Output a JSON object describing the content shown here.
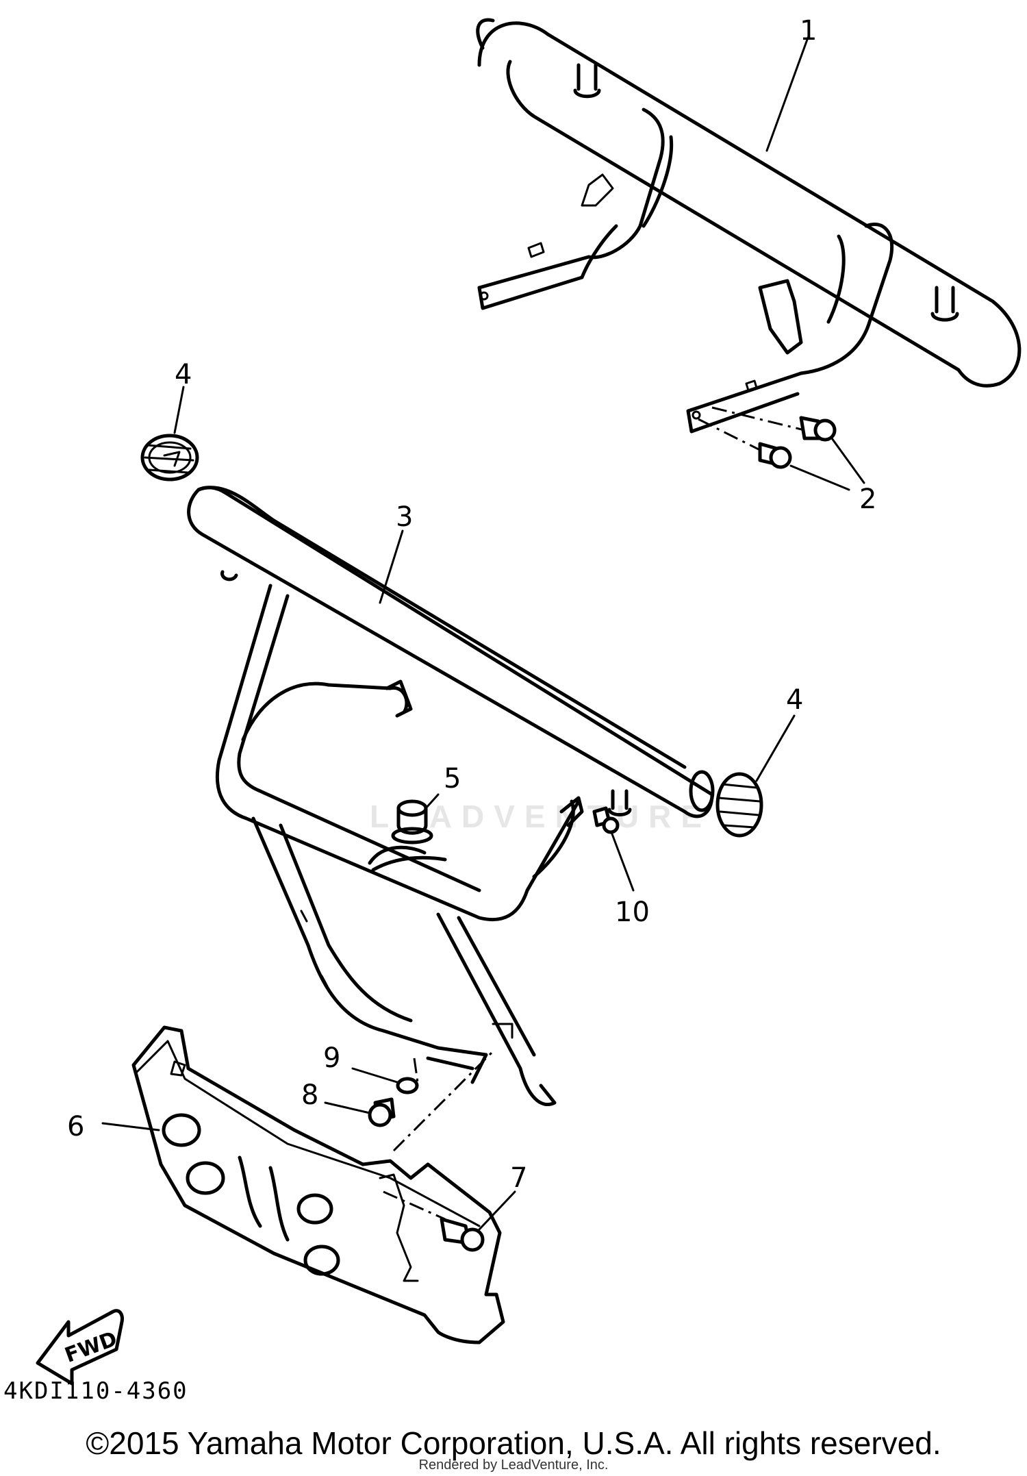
{
  "diagram": {
    "callouts": [
      "1",
      "2",
      "3",
      "4",
      "4",
      "5",
      "6",
      "7",
      "8",
      "9",
      "10"
    ],
    "fwd_label": "FWD",
    "part_code": "4KDI110-4360"
  },
  "footer": {
    "copyright": "©2015 Yamaha Motor Corporation, U.S.A. All rights reserved.",
    "rendered_by": "Rendered by LeadVenture, Inc."
  },
  "watermark": "LEADVENTURE"
}
